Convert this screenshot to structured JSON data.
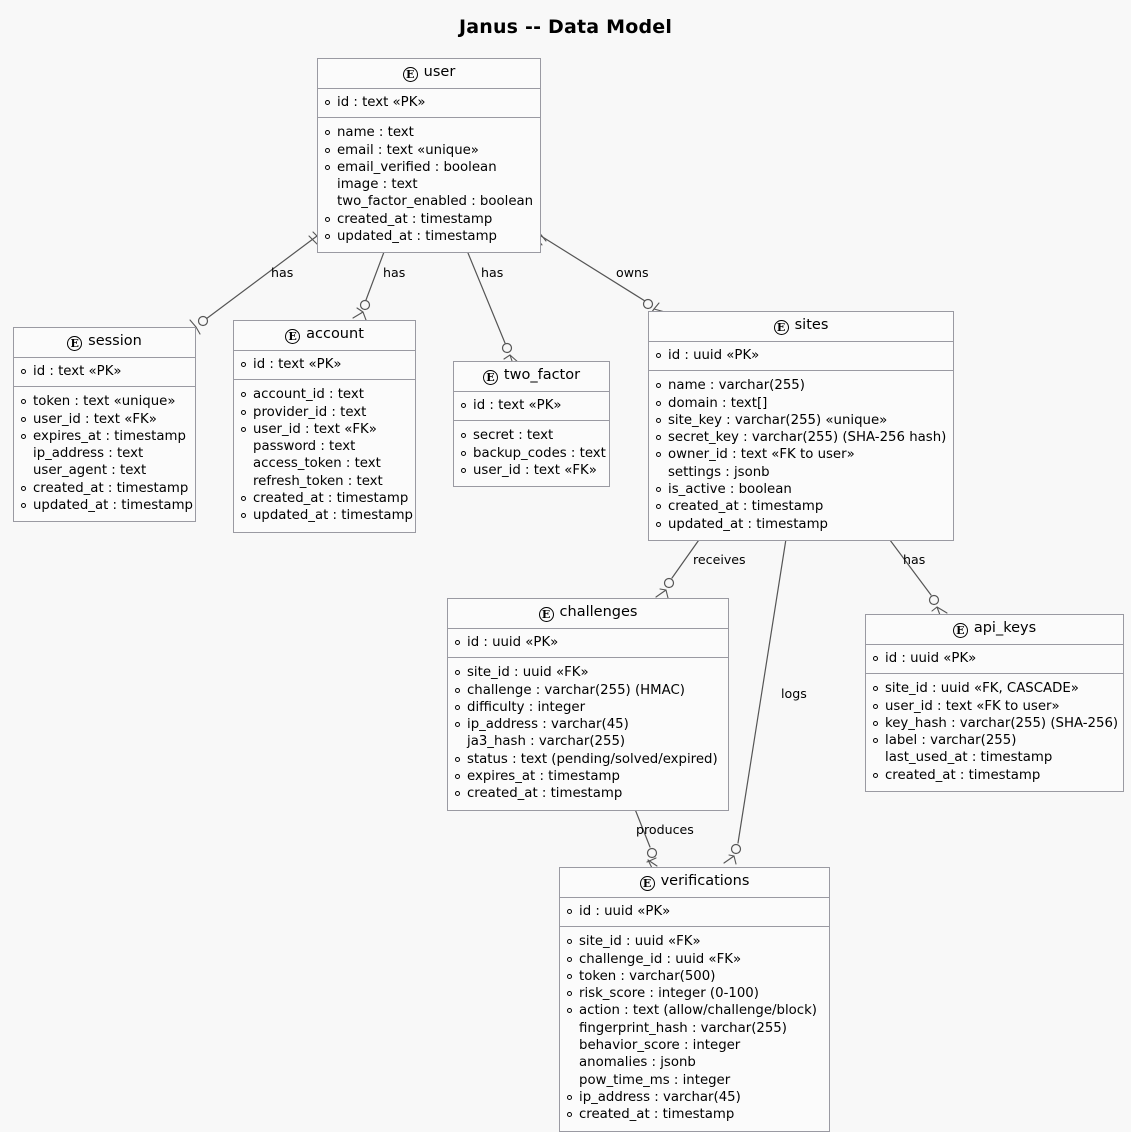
{
  "title": "Janus -- Data Model",
  "colors": {
    "background": "#f8f8f8",
    "entity_fill": "#fbfbfb",
    "entity_border": "#9a9aa2",
    "edge": "#555555",
    "text": "#000000"
  },
  "entities": [
    {
      "key": "user",
      "name": "user",
      "icon": "entity-badge-E",
      "pk": "id : text «PK»",
      "attrs": [
        {
          "text": "name : text",
          "required": true
        },
        {
          "text": "email : text «unique»",
          "required": true
        },
        {
          "text": "email_verified : boolean",
          "required": true
        },
        {
          "text": "image : text",
          "required": false
        },
        {
          "text": "two_factor_enabled : boolean",
          "required": false
        },
        {
          "text": "created_at : timestamp",
          "required": true
        },
        {
          "text": "updated_at : timestamp",
          "required": true
        }
      ]
    },
    {
      "key": "session",
      "name": "session",
      "icon": "entity-badge-E",
      "pk": "id : text «PK»",
      "attrs": [
        {
          "text": "token : text «unique»",
          "required": true
        },
        {
          "text": "user_id : text «FK»",
          "required": true
        },
        {
          "text": "expires_at : timestamp",
          "required": true
        },
        {
          "text": "ip_address : text",
          "required": false
        },
        {
          "text": "user_agent : text",
          "required": false
        },
        {
          "text": "created_at : timestamp",
          "required": true
        },
        {
          "text": "updated_at : timestamp",
          "required": true
        }
      ]
    },
    {
      "key": "account",
      "name": "account",
      "icon": "entity-badge-E",
      "pk": "id : text «PK»",
      "attrs": [
        {
          "text": "account_id : text",
          "required": true
        },
        {
          "text": "provider_id : text",
          "required": true
        },
        {
          "text": "user_id : text «FK»",
          "required": true
        },
        {
          "text": "password : text",
          "required": false
        },
        {
          "text": "access_token : text",
          "required": false
        },
        {
          "text": "refresh_token : text",
          "required": false
        },
        {
          "text": "created_at : timestamp",
          "required": true
        },
        {
          "text": "updated_at : timestamp",
          "required": true
        }
      ]
    },
    {
      "key": "two_factor",
      "name": "two_factor",
      "icon": "entity-badge-E",
      "pk": "id : text «PK»",
      "attrs": [
        {
          "text": "secret : text",
          "required": true
        },
        {
          "text": "backup_codes : text",
          "required": true
        },
        {
          "text": "user_id : text «FK»",
          "required": true
        }
      ]
    },
    {
      "key": "sites",
      "name": "sites",
      "icon": "entity-badge-E",
      "pk": "id : uuid «PK»",
      "attrs": [
        {
          "text": "name : varchar(255)",
          "required": true
        },
        {
          "text": "domain : text[]",
          "required": true
        },
        {
          "text": "site_key : varchar(255) «unique»",
          "required": true
        },
        {
          "text": "secret_key : varchar(255) (SHA-256 hash)",
          "required": true
        },
        {
          "text": "owner_id : text «FK to user»",
          "required": true
        },
        {
          "text": "settings : jsonb",
          "required": false
        },
        {
          "text": "is_active : boolean",
          "required": true
        },
        {
          "text": "created_at : timestamp",
          "required": true
        },
        {
          "text": "updated_at : timestamp",
          "required": true
        }
      ]
    },
    {
      "key": "challenges",
      "name": "challenges",
      "icon": "entity-badge-E",
      "pk": "id : uuid «PK»",
      "attrs": [
        {
          "text": "site_id : uuid «FK»",
          "required": true
        },
        {
          "text": "challenge : varchar(255) (HMAC)",
          "required": true
        },
        {
          "text": "difficulty : integer",
          "required": true
        },
        {
          "text": "ip_address : varchar(45)",
          "required": true
        },
        {
          "text": "ja3_hash : varchar(255)",
          "required": false
        },
        {
          "text": "status : text (pending/solved/expired)",
          "required": true
        },
        {
          "text": "expires_at : timestamp",
          "required": true
        },
        {
          "text": "created_at : timestamp",
          "required": true
        }
      ]
    },
    {
      "key": "api_keys",
      "name": "api_keys",
      "icon": "entity-badge-E",
      "pk": "id : uuid «PK»",
      "attrs": [
        {
          "text": "site_id : uuid «FK, CASCADE»",
          "required": true
        },
        {
          "text": "user_id : text «FK to user»",
          "required": true
        },
        {
          "text": "key_hash : varchar(255) (SHA-256)",
          "required": true
        },
        {
          "text": "label : varchar(255)",
          "required": true
        },
        {
          "text": "last_used_at : timestamp",
          "required": false
        },
        {
          "text": "created_at : timestamp",
          "required": true
        }
      ]
    },
    {
      "key": "verifications",
      "name": "verifications",
      "icon": "entity-badge-E",
      "pk": "id : uuid «PK»",
      "attrs": [
        {
          "text": "site_id : uuid «FK»",
          "required": true
        },
        {
          "text": "challenge_id : uuid «FK»",
          "required": true
        },
        {
          "text": "token : varchar(500)",
          "required": true
        },
        {
          "text": "risk_score : integer (0-100)",
          "required": true
        },
        {
          "text": "action : text (allow/challenge/block)",
          "required": true
        },
        {
          "text": "fingerprint_hash : varchar(255)",
          "required": false
        },
        {
          "text": "behavior_score : integer",
          "required": false
        },
        {
          "text": "anomalies : jsonb",
          "required": false
        },
        {
          "text": "pow_time_ms : integer",
          "required": false
        },
        {
          "text": "ip_address : varchar(45)",
          "required": true
        },
        {
          "text": "created_at : timestamp",
          "required": true
        }
      ]
    }
  ],
  "relationships": [
    {
      "key": "user-session",
      "label": "has",
      "from": "user",
      "to": "session"
    },
    {
      "key": "user-account",
      "label": "has",
      "from": "user",
      "to": "account"
    },
    {
      "key": "user-two_factor",
      "label": "has",
      "from": "user",
      "to": "two_factor"
    },
    {
      "key": "user-sites",
      "label": "owns",
      "from": "user",
      "to": "sites"
    },
    {
      "key": "sites-challenges",
      "label": "receives",
      "from": "sites",
      "to": "challenges"
    },
    {
      "key": "sites-verifications",
      "label": "logs",
      "from": "sites",
      "to": "verifications"
    },
    {
      "key": "sites-api_keys",
      "label": "has",
      "from": "sites",
      "to": "api_keys"
    },
    {
      "key": "challenges-verifications",
      "label": "produces",
      "from": "challenges",
      "to": "verifications"
    }
  ]
}
